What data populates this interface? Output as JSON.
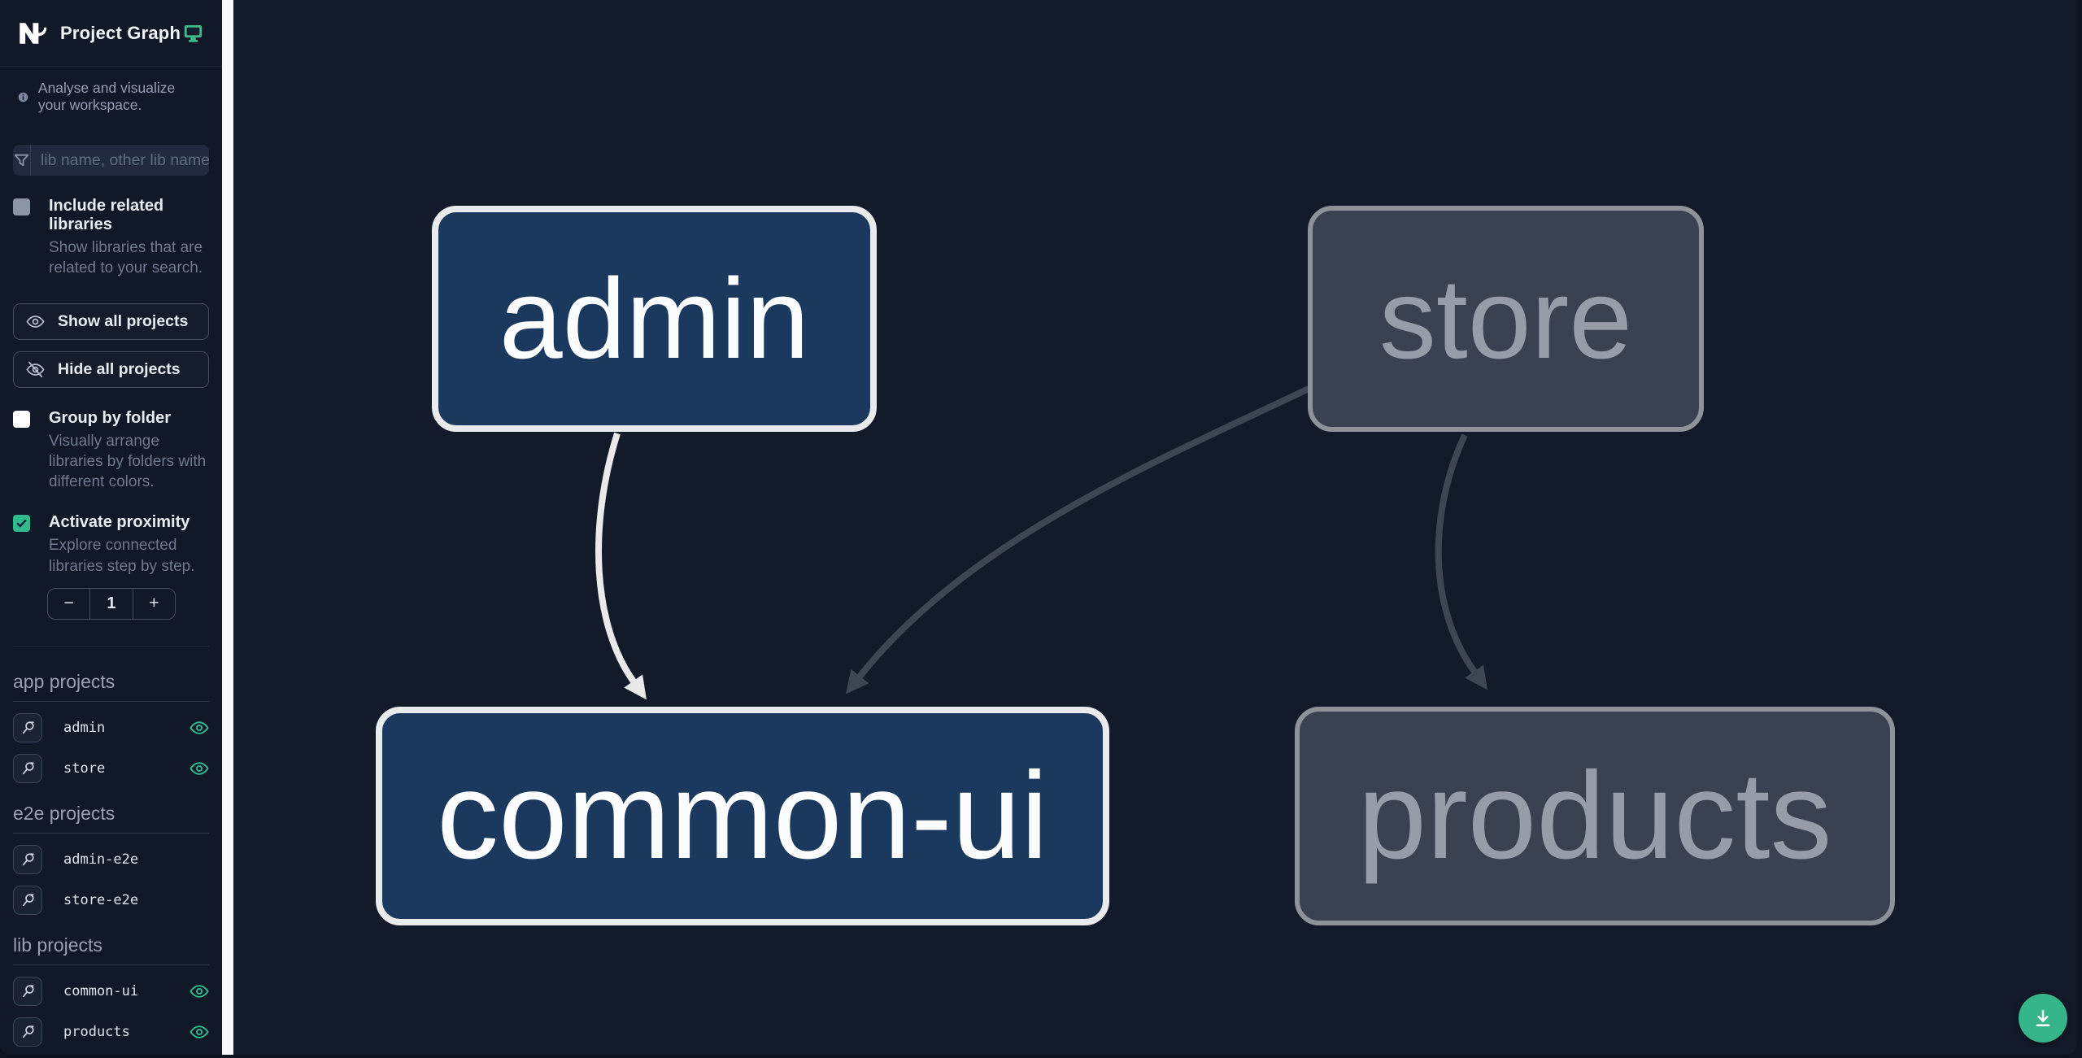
{
  "header": {
    "title": "Project Graph"
  },
  "info": {
    "text": "Analyse and visualize your workspace."
  },
  "search": {
    "placeholder": "lib name, other lib name",
    "value": ""
  },
  "options": [
    {
      "label": "Include related libraries",
      "description": "Show libraries that are related to your search.",
      "checked": false
    },
    {
      "label": "Group by folder",
      "description": "Visually arrange libraries by folders with different colors.",
      "checked": false
    },
    {
      "label": "Activate proximity",
      "description": "Explore connected libraries step by step.",
      "checked": true
    }
  ],
  "actions": {
    "show_all": "Show all projects",
    "hide_all": "Hide all projects"
  },
  "stepper": {
    "decrement": "−",
    "value": "1",
    "increment": "+"
  },
  "project_sections": [
    {
      "title": "app projects",
      "items": [
        {
          "name": "admin",
          "visible": true
        },
        {
          "name": "store",
          "visible": true
        }
      ]
    },
    {
      "title": "e2e projects",
      "items": [
        {
          "name": "admin-e2e",
          "visible": false
        },
        {
          "name": "store-e2e",
          "visible": false
        }
      ]
    },
    {
      "title": "lib projects",
      "items": [
        {
          "name": "common-ui",
          "visible": true
        },
        {
          "name": "products",
          "visible": true
        }
      ]
    }
  ],
  "graph": {
    "nodes": [
      {
        "id": "admin",
        "label": "admin",
        "highlighted": true
      },
      {
        "id": "store",
        "label": "store",
        "highlighted": false
      },
      {
        "id": "common-ui",
        "label": "common-ui",
        "highlighted": true
      },
      {
        "id": "products",
        "label": "products",
        "highlighted": false
      }
    ],
    "edges": [
      {
        "source": "admin",
        "target": "common-ui",
        "highlighted": true
      },
      {
        "source": "store",
        "target": "common-ui",
        "highlighted": false
      },
      {
        "source": "store",
        "target": "products",
        "highlighted": false
      }
    ]
  },
  "colors": {
    "accent_green": "#35b589",
    "eye_green": "#2ebd8e",
    "node_highlight_fill": "#1b395e",
    "node_faded_fill": "#3a4150",
    "edge_highlight": "#e9e9e9",
    "edge_faded": "#3e4553",
    "sidebar_bg": "#111827",
    "canvas_bg": "#131b2b",
    "divider": "#f7f8f9"
  }
}
